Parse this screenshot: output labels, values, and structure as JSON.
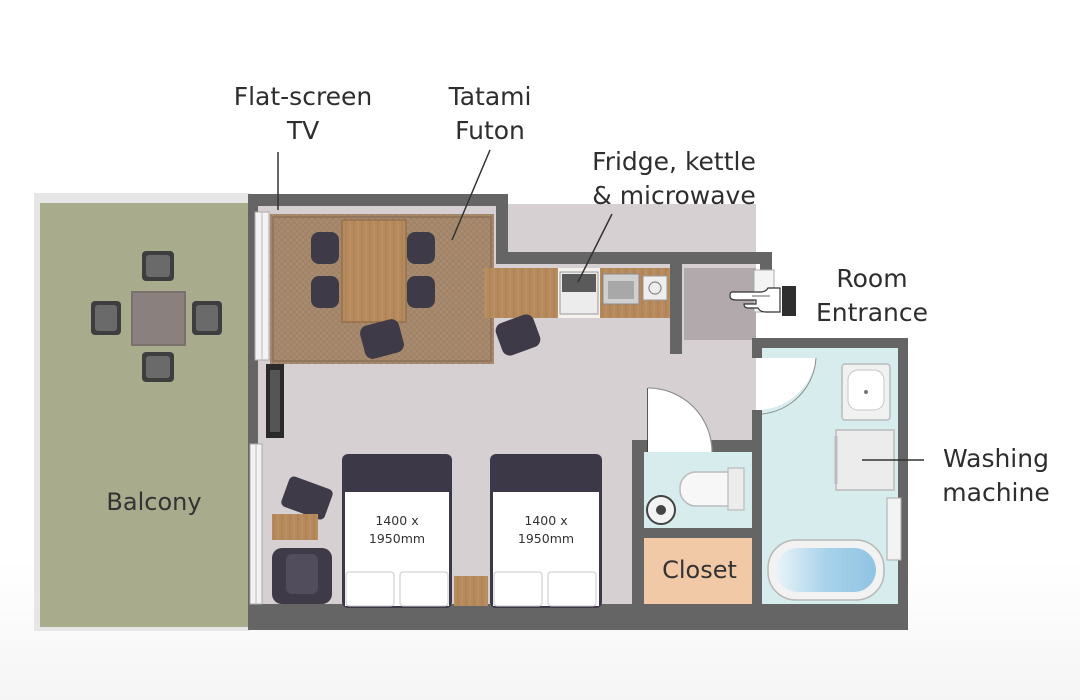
{
  "labels": {
    "tv": [
      "Flat-screen",
      "TV"
    ],
    "tatami": [
      "Tatami",
      "Futon"
    ],
    "fridge": [
      "Fridge, kettle",
      "& microwave"
    ],
    "entrance": [
      "Room",
      "Entrance"
    ],
    "washing": [
      "Washing",
      "machine"
    ],
    "balcony": "Balcony",
    "closet": "Closet",
    "bed1": [
      "1400 x",
      "1950mm"
    ],
    "bed2": [
      "1400 x",
      "1950mm"
    ]
  },
  "icons": {
    "entrance_marker": "pointing-hand-icon"
  },
  "colors": {
    "wall": "#656565",
    "floor": "#d7d0d2",
    "balcony": "#a8ab8c",
    "tatami": "#a88a6f",
    "bathroom": "#d6eced",
    "closet": "#f2c9a7",
    "entry": "#b1a9ab",
    "chair": "#3e3a48",
    "wood": "#b98d5e",
    "bed_frame": "#3c3848"
  }
}
